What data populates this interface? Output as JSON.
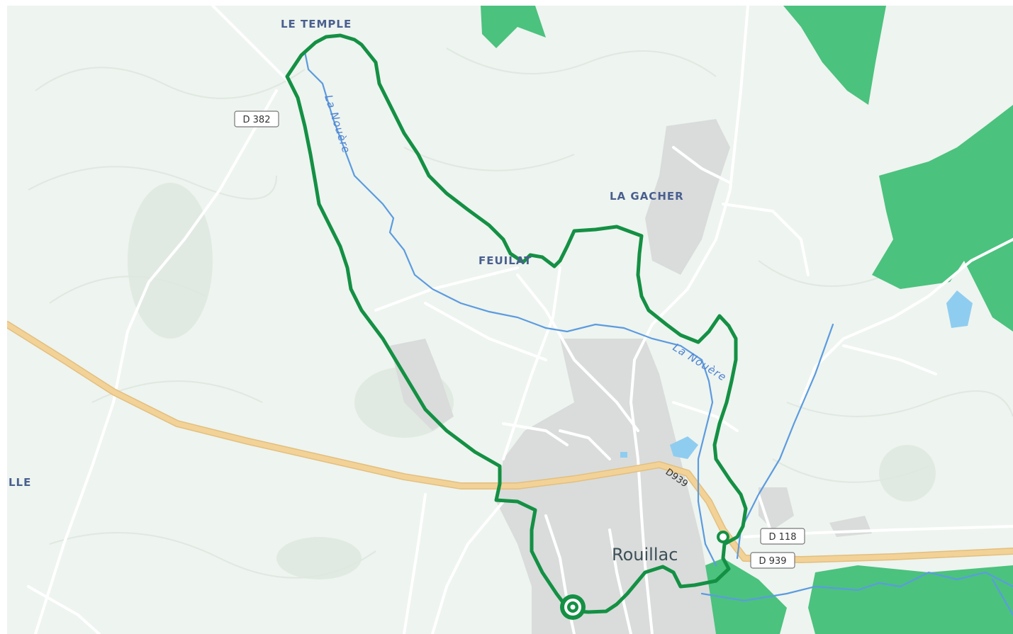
{
  "map": {
    "places": [
      {
        "id": "le-temple",
        "label": "LE TEMPLE"
      },
      {
        "id": "la-gacher",
        "label": "LA GACHER"
      },
      {
        "id": "feuillat",
        "label": "FEUILAT"
      },
      {
        "id": "lle",
        "label": "LLE"
      }
    ],
    "town": {
      "label": "Rouillac"
    },
    "rivers": [
      {
        "id": "la-nouere-north",
        "label": "La Nouère"
      },
      {
        "id": "la-nouere-east",
        "label": "La Nouère"
      }
    ],
    "road_shields": [
      {
        "id": "d382",
        "label": "D 382"
      },
      {
        "id": "d118",
        "label": "D 118"
      },
      {
        "id": "d939-shield",
        "label": "D 939"
      }
    ],
    "road_labels": [
      {
        "id": "d939-inline",
        "label": "D939"
      }
    ],
    "colors": {
      "background": "#eef4ef",
      "forest": "#4bc27e",
      "route": "#149044",
      "river": "#5b9be0",
      "major_road": "#f3d297",
      "urban": "#d9dcdb",
      "place_text": "#4a5f8f"
    },
    "route_marker": {
      "icon": "route-start-marker-icon"
    }
  }
}
